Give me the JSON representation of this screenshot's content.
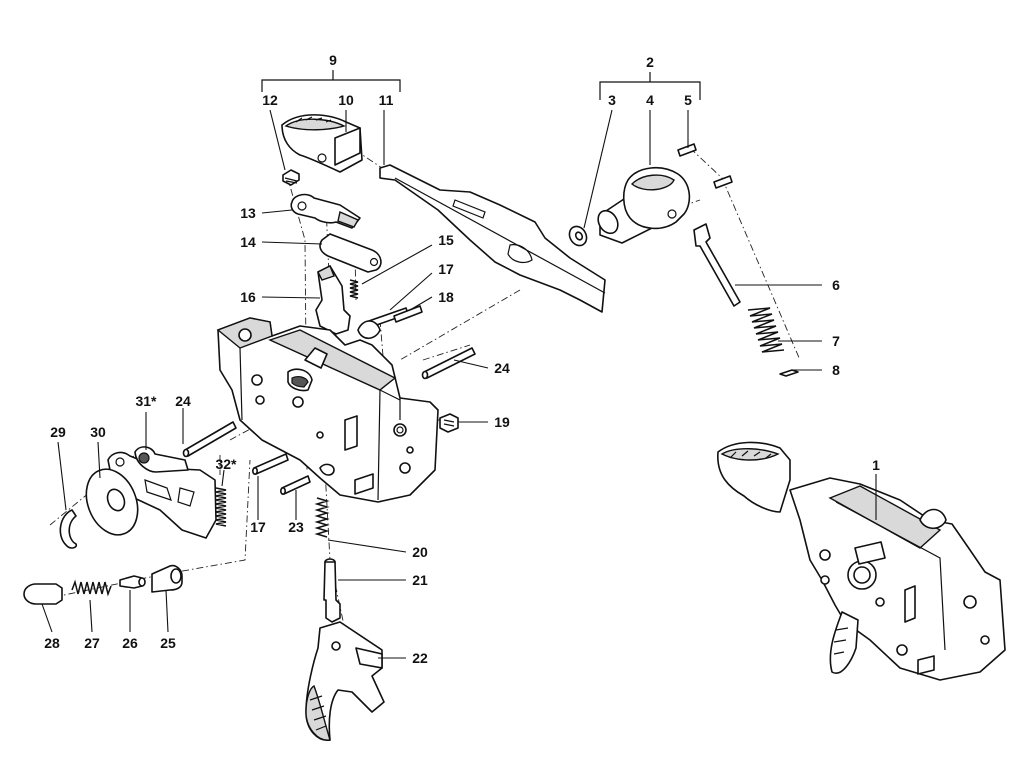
{
  "callouts": [
    {
      "id": "c1",
      "text": "1"
    },
    {
      "id": "c2",
      "text": "2"
    },
    {
      "id": "c3",
      "text": "3"
    },
    {
      "id": "c4",
      "text": "4"
    },
    {
      "id": "c5",
      "text": "5"
    },
    {
      "id": "c6",
      "text": "6"
    },
    {
      "id": "c7",
      "text": "7"
    },
    {
      "id": "c8",
      "text": "8"
    },
    {
      "id": "c9",
      "text": "9"
    },
    {
      "id": "c10",
      "text": "10"
    },
    {
      "id": "c11",
      "text": "11"
    },
    {
      "id": "c12",
      "text": "12"
    },
    {
      "id": "c13",
      "text": "13"
    },
    {
      "id": "c14",
      "text": "14"
    },
    {
      "id": "c15",
      "text": "15"
    },
    {
      "id": "c16",
      "text": "16"
    },
    {
      "id": "c17a",
      "text": "17"
    },
    {
      "id": "c17b",
      "text": "17"
    },
    {
      "id": "c18",
      "text": "18"
    },
    {
      "id": "c19",
      "text": "19"
    },
    {
      "id": "c20",
      "text": "20"
    },
    {
      "id": "c21",
      "text": "21"
    },
    {
      "id": "c22",
      "text": "22"
    },
    {
      "id": "c23",
      "text": "23"
    },
    {
      "id": "c24a",
      "text": "24"
    },
    {
      "id": "c24b",
      "text": "24"
    },
    {
      "id": "c25",
      "text": "25"
    },
    {
      "id": "c26",
      "text": "26"
    },
    {
      "id": "c27",
      "text": "27"
    },
    {
      "id": "c28",
      "text": "28"
    },
    {
      "id": "c29",
      "text": "29"
    },
    {
      "id": "c30",
      "text": "30"
    },
    {
      "id": "c31",
      "text": "31*"
    },
    {
      "id": "c32",
      "text": "32*"
    }
  ]
}
